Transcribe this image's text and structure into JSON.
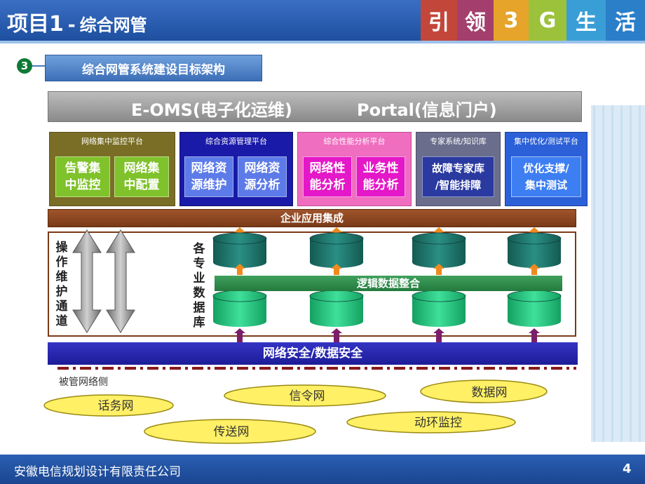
{
  "header": {
    "title_main": "项目1",
    "title_dash": "-",
    "title_sub": "综合网管",
    "slogan": [
      {
        "char": "引",
        "color": "#c2473a"
      },
      {
        "char": "领",
        "color": "#a43f6d"
      },
      {
        "char": "3",
        "color": "#e6a42a"
      },
      {
        "char": "G",
        "color": "#9cc13a"
      },
      {
        "char": "生",
        "color": "#3a9ed6"
      },
      {
        "char": "活",
        "color": "#2b7fc9"
      }
    ]
  },
  "section": {
    "number": "3",
    "title": "综合网管系统建设目标架构"
  },
  "diagram": {
    "top_bar": {
      "left": "E-OMS(电子化运维)",
      "right": "Portal(信息门户)"
    },
    "platforms": [
      {
        "title": "网络集中监控平台",
        "modules": [
          "告警集\n中监控",
          "网络集\n中配置"
        ]
      },
      {
        "title": "综合资源管理平台",
        "modules": [
          "网络资\n源维护",
          "网络资\n源分析"
        ]
      },
      {
        "title": "综合性能分析平台",
        "modules": [
          "网络性\n能分析",
          "业务性\n能分析"
        ]
      },
      {
        "title": "专家系统/知识库",
        "modules": [
          "故障专家库\n/智能排障"
        ]
      },
      {
        "title": "集中优化/测试平台",
        "modules": [
          "优化支撑/\n集中测试"
        ]
      }
    ],
    "enterprise_bar": "企业应用集成",
    "ops_channel": "操作维护通道",
    "db_label": "各专业数据库",
    "logic_bar": "逻辑数据整合",
    "security_bar": "网络安全/数据安全",
    "managed_side": "被管网络侧",
    "networks": [
      "话务网",
      "信令网",
      "数据网",
      "传送网",
      "动环监控"
    ],
    "colors": {
      "db_top": "#1e7a70",
      "db_bottom": "#22c07a",
      "arrow_orange": "#ef8a1e",
      "arrow_purple": "#7a1e6a",
      "cloud": "#fff066"
    }
  },
  "footer": {
    "company": "安徽电信规划设计有限责任公司",
    "page": "4"
  }
}
